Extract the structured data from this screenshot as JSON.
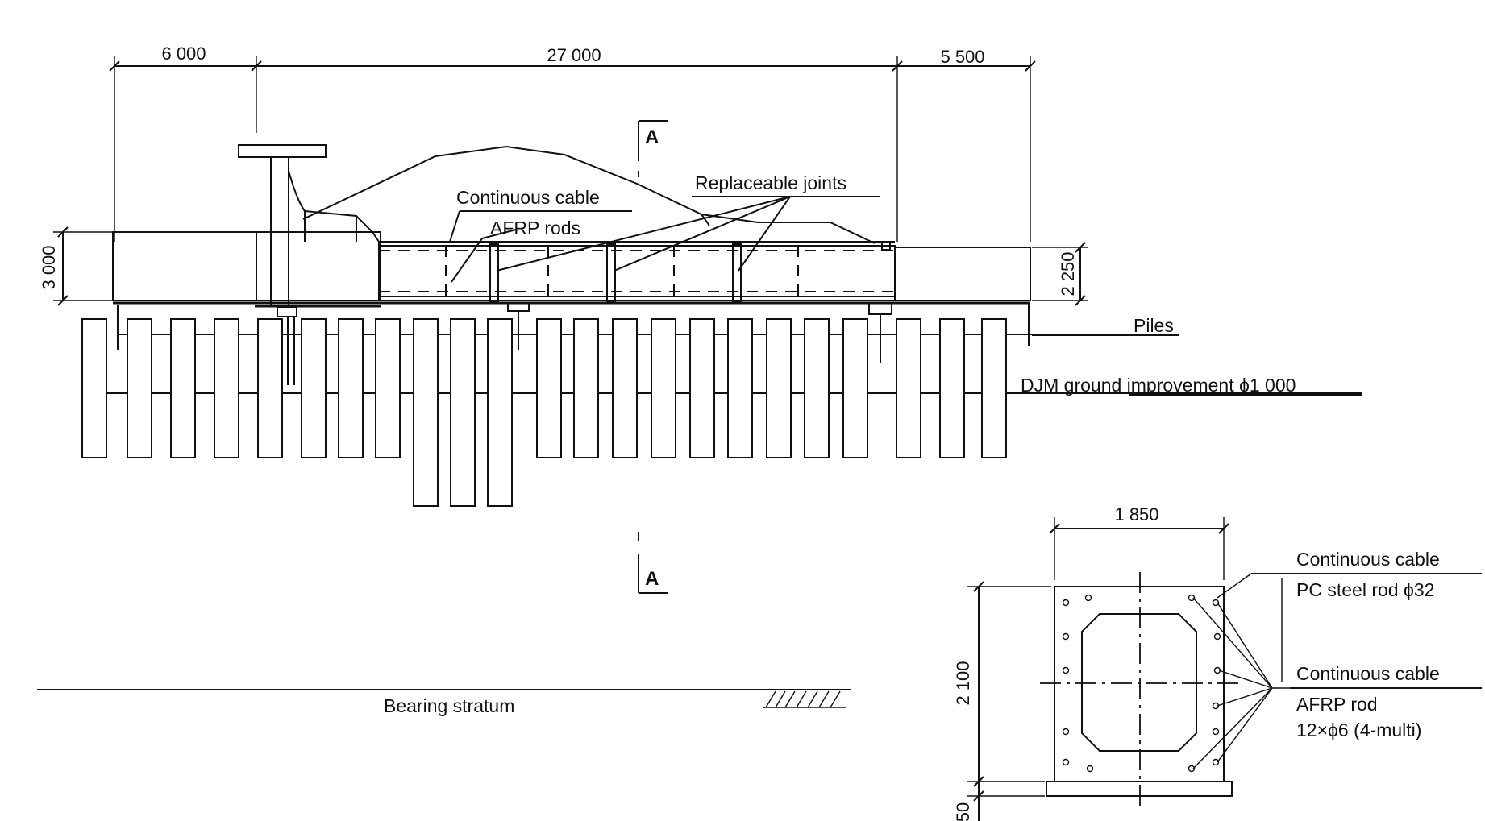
{
  "dimensions": {
    "left_span": "6 000",
    "main_span": "27 000",
    "right_span": "5 500",
    "girder_height_left": "3 000",
    "girder_height_mid": "2 250",
    "section_width": "1 850",
    "section_height": "2 100",
    "section_base": "50"
  },
  "labels": {
    "continuous_cable_afrp": "Continuous cable",
    "afrp_rods": "AFRP rods",
    "replaceable_joints": "Replaceable joints",
    "piles": "Piles",
    "djm_ground_improvement": "DJM ground improvement  ϕ1 000",
    "bearing_stratum": "Bearing stratum"
  },
  "section_marker": {
    "top": "A",
    "bottom": "A"
  },
  "cross_section_labels": {
    "cable_1_title": "Continuous cable",
    "cable_1_spec": "PC steel rod ϕ32",
    "cable_2_title": "Continuous cable",
    "cable_2_spec_line1": "AFRP rod",
    "cable_2_spec_line2": "12×ϕ6 (4-multi)"
  }
}
